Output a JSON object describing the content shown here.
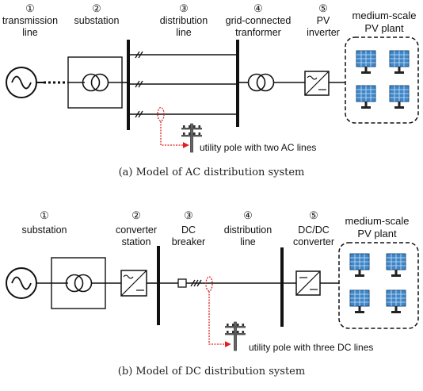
{
  "diagrams": [
    {
      "numbers": [
        "①",
        "②",
        "③",
        "④",
        "⑤"
      ],
      "labels": [
        [
          "transmission",
          "line"
        ],
        [
          "substation"
        ],
        [
          "distribution",
          "line"
        ],
        [
          "grid-connected",
          "tranformer"
        ],
        [
          "PV",
          "inverter"
        ]
      ],
      "plant": [
        "medium-scale",
        "PV  plant"
      ],
      "pole_note": "utility pole with two AC lines",
      "caption": "(a) Model of AC distribution system"
    },
    {
      "numbers": [
        "①",
        "②",
        "③",
        "④",
        "⑤"
      ],
      "labels": [
        [
          "substation"
        ],
        [
          "converter",
          "station"
        ],
        [
          "DC",
          "breaker"
        ],
        [
          "distribution",
          "line"
        ],
        [
          "DC/DC",
          "converter"
        ]
      ],
      "plant": [
        "medium-scale",
        "PV  plant"
      ],
      "pole_note": "utility pole with three DC lines",
      "caption": "(b) Model of DC distribution system"
    }
  ],
  "colors": {
    "line": "#111111",
    "pointer": "#e02020",
    "panel_fill": "#3f86c8",
    "panel_grid": "#cfe4f7"
  }
}
